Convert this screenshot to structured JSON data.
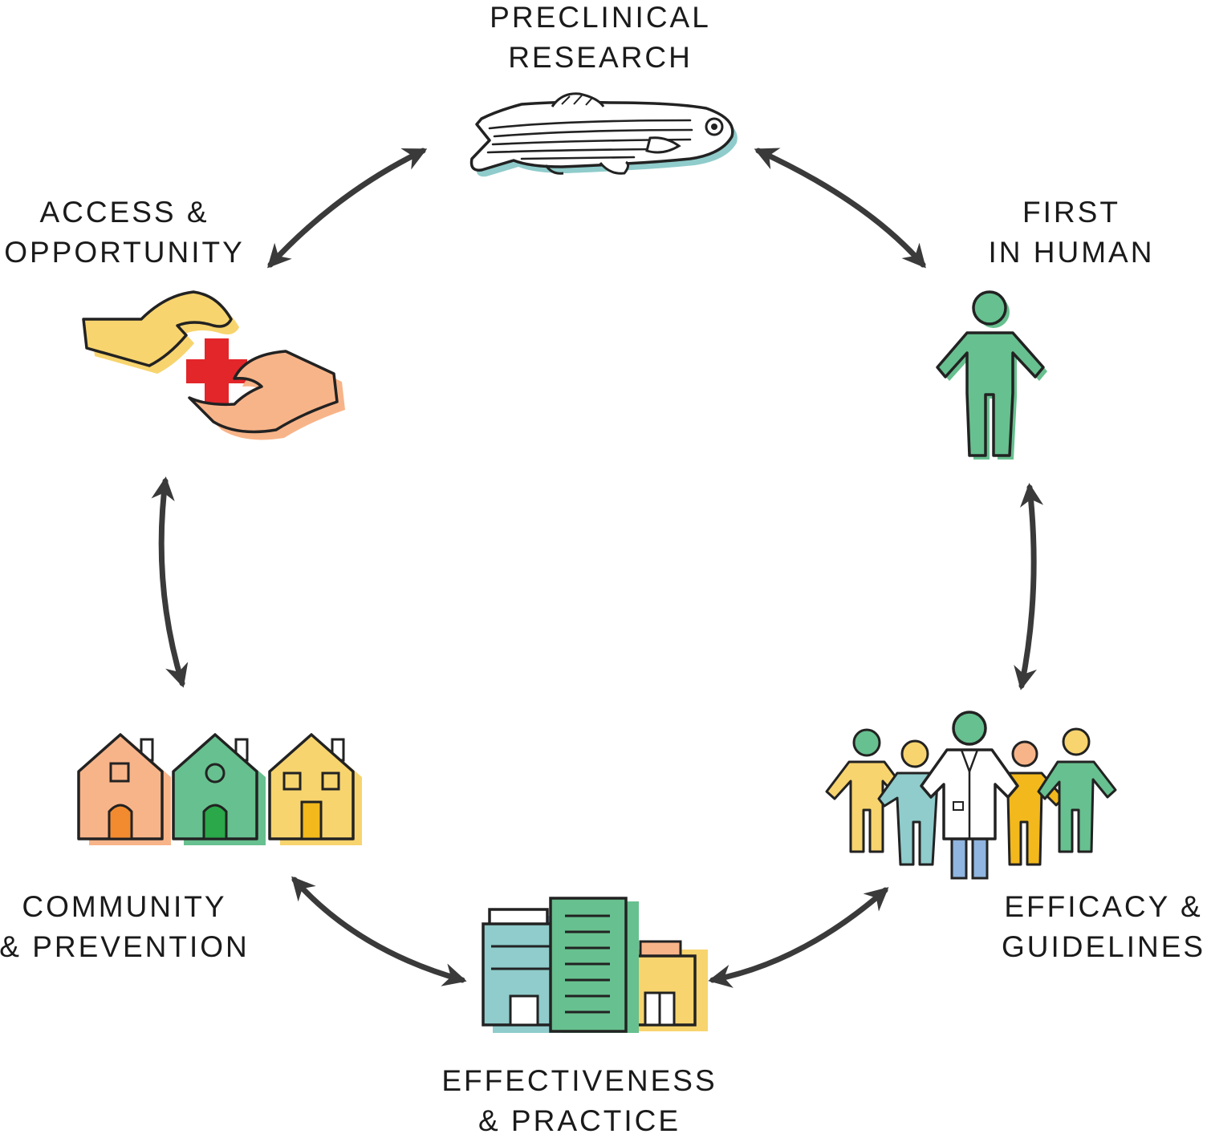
{
  "stages": {
    "preclinical": {
      "line1": "PRECLINICAL",
      "line2": "RESEARCH",
      "icon": "zebrafish-icon"
    },
    "first_in_human": {
      "line1": "FIRST",
      "line2": "IN HUMAN",
      "icon": "person-icon"
    },
    "efficacy": {
      "line1": "EFFICACY &",
      "line2": "GUIDELINES",
      "icon": "group-with-doctor-icon"
    },
    "effectiveness": {
      "line1": "EFFECTIVENESS",
      "line2": "& PRACTICE",
      "icon": "hospital-buildings-icon"
    },
    "community": {
      "line1": "COMMUNITY",
      "line2": "& PREVENTION",
      "icon": "houses-icon"
    },
    "access": {
      "line1": "ACCESS &",
      "line2": "OPPORTUNITY",
      "icon": "hands-medical-cross-icon"
    }
  },
  "colors": {
    "outline": "#222222",
    "arrow": "#3a3a3a",
    "teal": "#8fcccb",
    "green": "#67c08f",
    "dark_green": "#2aa84a",
    "yellow": "#f7d46e",
    "gold": "#f2b81c",
    "peach": "#f8b489",
    "orange": "#f28b2f",
    "blue": "#8fb5e0",
    "red_cross": "#e3262a"
  }
}
